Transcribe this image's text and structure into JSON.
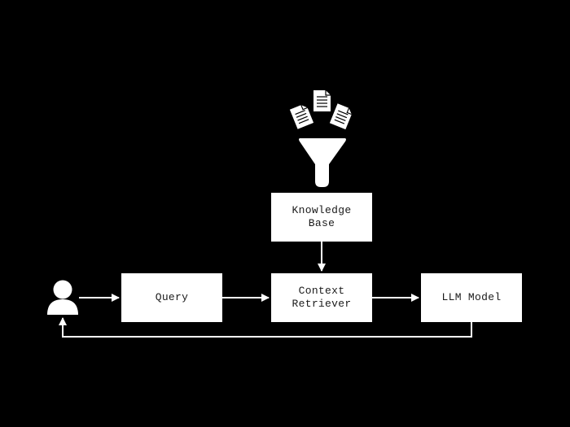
{
  "colors": {
    "background": "#000000",
    "foreground": "#ffffff",
    "node_text": "#1a1a1a"
  },
  "icons": {
    "user": "user-icon",
    "funnel": "funnel-icon",
    "documents": "document-icon"
  },
  "nodes": {
    "knowledge_base": "Knowledge\nBase",
    "query": "Query",
    "context_retriever": "Context\nRetriever",
    "llm_model": "LLM Model"
  },
  "edges": [
    {
      "from": "user",
      "to": "query"
    },
    {
      "from": "query",
      "to": "context_retriever"
    },
    {
      "from": "knowledge_base",
      "to": "context_retriever"
    },
    {
      "from": "context_retriever",
      "to": "llm_model"
    },
    {
      "from": "llm_model",
      "to": "user"
    }
  ]
}
